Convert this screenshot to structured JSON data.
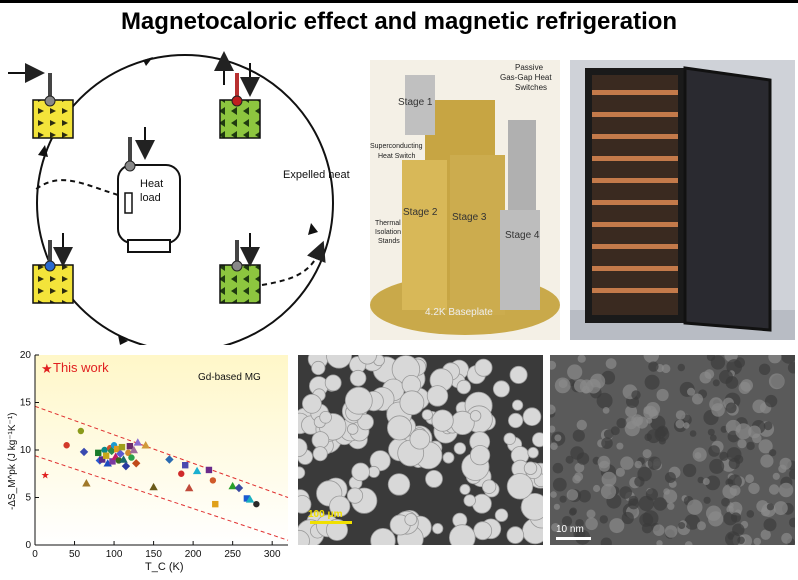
{
  "page": {
    "title": "Magnetocaloric effect and magnetic refrigeration"
  },
  "cycle": {
    "heat_load": [
      "Heat",
      "load"
    ],
    "expelled_heat": "Expelled heat"
  },
  "adr": {
    "labels": [
      "Stage 1",
      "Passive",
      "Gas-Gap Heat",
      "Switches",
      "Superconducting",
      "Heat Switch",
      "Stage 2",
      "Stage 3",
      "Stage 4",
      "Thermal",
      "Isolation",
      "Stands",
      "4.2K Baseplate"
    ]
  },
  "sem": {
    "scalebar": "100 μm"
  },
  "tem": {
    "scalebar": "10 nm"
  },
  "chart_data": {
    "type": "scatter",
    "xlabel": "T_C (K)",
    "ylabel": "-ΔS_M^pk (J kg⁻¹K⁻¹)",
    "xlim": [
      0,
      320
    ],
    "ylim": [
      0,
      20
    ],
    "xticks": [
      0,
      50,
      100,
      150,
      200,
      250,
      300
    ],
    "yticks": [
      0,
      5,
      10,
      15,
      20
    ],
    "legend": "This work",
    "annotation": "Gd-based MG",
    "bands": [
      {
        "from": [
          0,
          14.6
        ],
        "to": [
          320,
          5.0
        ]
      },
      {
        "from": [
          0,
          9.4
        ],
        "to": [
          320,
          0.5
        ]
      }
    ],
    "this_work": [
      {
        "x": 13,
        "y": 7.4
      }
    ],
    "points": [
      {
        "x": 40,
        "y": 10.5,
        "color": "#d23a2a",
        "shape": "circle"
      },
      {
        "x": 58,
        "y": 12.0,
        "color": "#8a9a1a",
        "shape": "circle"
      },
      {
        "x": 62,
        "y": 9.8,
        "color": "#3a4ab0",
        "shape": "diamond"
      },
      {
        "x": 65,
        "y": 6.5,
        "color": "#a0782a",
        "shape": "triangle"
      },
      {
        "x": 80,
        "y": 9.7,
        "color": "#1a7a2a",
        "shape": "square"
      },
      {
        "x": 82,
        "y": 8.9,
        "color": "#2a5ad0",
        "shape": "diamond"
      },
      {
        "x": 85,
        "y": 9.0,
        "color": "#5a2a8a",
        "shape": "square"
      },
      {
        "x": 88,
        "y": 10.0,
        "color": "#0a8a8a",
        "shape": "circle"
      },
      {
        "x": 90,
        "y": 9.4,
        "color": "#c8a81a",
        "shape": "square"
      },
      {
        "x": 92,
        "y": 8.6,
        "color": "#1a4ac0",
        "shape": "triangle"
      },
      {
        "x": 95,
        "y": 10.2,
        "color": "#d0502a",
        "shape": "circle"
      },
      {
        "x": 97,
        "y": 9.9,
        "color": "#2a8a4a",
        "shape": "diamond"
      },
      {
        "x": 98,
        "y": 8.8,
        "color": "#7a3aa0",
        "shape": "square"
      },
      {
        "x": 100,
        "y": 10.5,
        "color": "#1a9ad0",
        "shape": "circle"
      },
      {
        "x": 102,
        "y": 9.3,
        "color": "#c01a6a",
        "shape": "triangle"
      },
      {
        "x": 104,
        "y": 10.1,
        "color": "#e09a1a",
        "shape": "square"
      },
      {
        "x": 106,
        "y": 8.9,
        "color": "#3a6a1a",
        "shape": "circle"
      },
      {
        "x": 108,
        "y": 9.6,
        "color": "#5a5ad0",
        "shape": "diamond"
      },
      {
        "x": 110,
        "y": 10.3,
        "color": "#a0a01a",
        "shape": "square"
      },
      {
        "x": 112,
        "y": 9.0,
        "color": "#1a6a6a",
        "shape": "triangle"
      },
      {
        "x": 115,
        "y": 8.3,
        "color": "#2a3aa0",
        "shape": "diamond"
      },
      {
        "x": 118,
        "y": 9.7,
        "color": "#d08a2a",
        "shape": "circle"
      },
      {
        "x": 120,
        "y": 10.4,
        "color": "#6a2a6a",
        "shape": "square"
      },
      {
        "x": 122,
        "y": 9.2,
        "color": "#2aa04a",
        "shape": "circle"
      },
      {
        "x": 125,
        "y": 10.0,
        "color": "#a06a9a",
        "shape": "triangle"
      },
      {
        "x": 128,
        "y": 8.6,
        "color": "#c04a1a",
        "shape": "diamond"
      },
      {
        "x": 130,
        "y": 10.8,
        "color": "#8a6ad0",
        "shape": "triangle"
      },
      {
        "x": 140,
        "y": 10.5,
        "color": "#d09a3a",
        "shape": "triangle"
      },
      {
        "x": 150,
        "y": 6.1,
        "color": "#6a5a1a",
        "shape": "triangle"
      },
      {
        "x": 170,
        "y": 9.0,
        "color": "#2a6ab0",
        "shape": "diamond"
      },
      {
        "x": 185,
        "y": 7.5,
        "color": "#d02a2a",
        "shape": "circle"
      },
      {
        "x": 190,
        "y": 8.4,
        "color": "#4a4ab0",
        "shape": "square"
      },
      {
        "x": 195,
        "y": 6.0,
        "color": "#c04a3a",
        "shape": "triangle"
      },
      {
        "x": 205,
        "y": 7.8,
        "color": "#1ab0d0",
        "shape": "triangle"
      },
      {
        "x": 220,
        "y": 7.9,
        "color": "#6a2a8a",
        "shape": "square"
      },
      {
        "x": 225,
        "y": 6.8,
        "color": "#d05a2a",
        "shape": "circle"
      },
      {
        "x": 228,
        "y": 4.3,
        "color": "#e0a01a",
        "shape": "square"
      },
      {
        "x": 250,
        "y": 6.2,
        "color": "#2aa02a",
        "shape": "triangle"
      },
      {
        "x": 258,
        "y": 6.0,
        "color": "#3a4aa0",
        "shape": "diamond"
      },
      {
        "x": 268,
        "y": 4.9,
        "color": "#1a5ad0",
        "shape": "square"
      },
      {
        "x": 272,
        "y": 4.8,
        "color": "#1ab0c0",
        "shape": "triangle"
      },
      {
        "x": 280,
        "y": 4.3,
        "color": "#2a2a2a",
        "shape": "circle"
      }
    ]
  }
}
